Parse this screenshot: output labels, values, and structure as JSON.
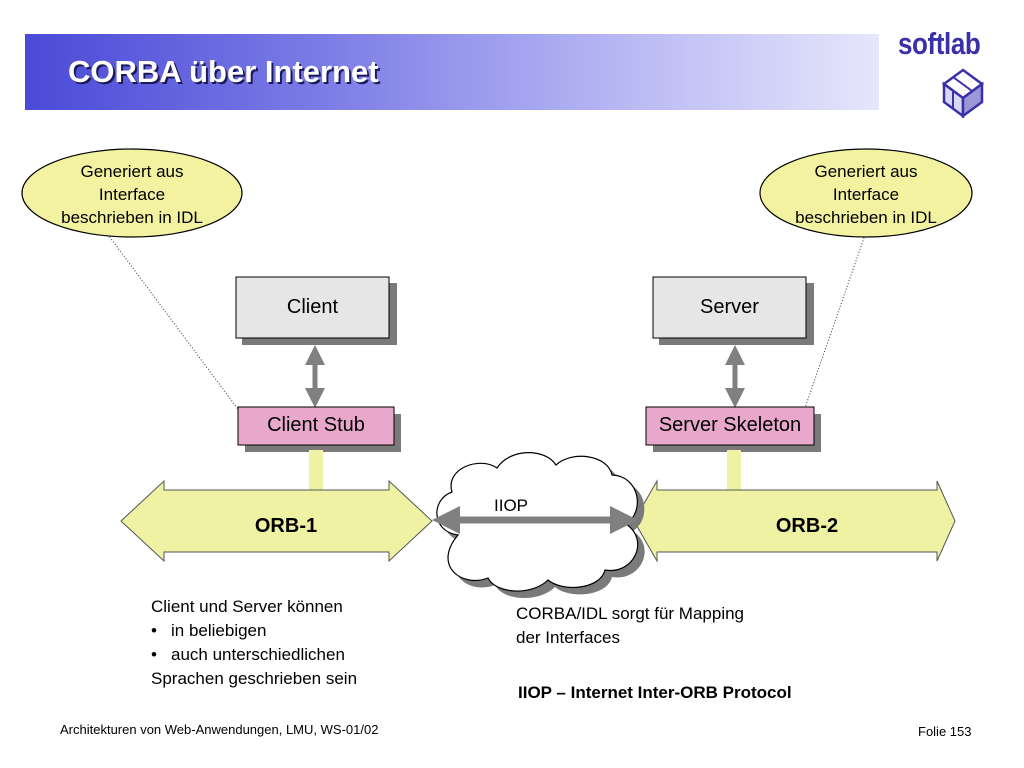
{
  "slide": {
    "title": "CORBA über Internet",
    "logo_text": "softlab",
    "footer_left": "Architekturen von Web-Anwendungen, LMU, WS-01/02",
    "footer_right": "Folie  153"
  },
  "diagram": {
    "left_ellipse": [
      "Generiert aus",
      "Interface",
      "beschrieben in IDL"
    ],
    "right_ellipse": [
      "Generiert aus",
      "Interface",
      "beschrieben in IDL"
    ],
    "client_box": "Client",
    "server_box": "Server",
    "client_stub": "Client Stub",
    "server_skeleton": "Server Skeleton",
    "orb1": "ORB-1",
    "orb2": "ORB-2",
    "iiop_label": "IIOP"
  },
  "notes": {
    "left": {
      "line1": "Client und Server können",
      "bullet1": "in beliebigen",
      "bullet2": "auch unterschiedlichen",
      "line4": "Sprachen geschrieben sein"
    },
    "right": {
      "line1": "CORBA/IDL sorgt für Mapping",
      "line2": "der  Interfaces"
    },
    "protocol": "IIOP – Internet Inter-ORB Protocol"
  },
  "colors": {
    "ellipse_fill": "#f2f2a0",
    "box_fill": "#e6e6e6",
    "stub_fill": "#e8a8cc",
    "orb_fill": "#eef2a2",
    "arrow_gray": "#808080"
  }
}
